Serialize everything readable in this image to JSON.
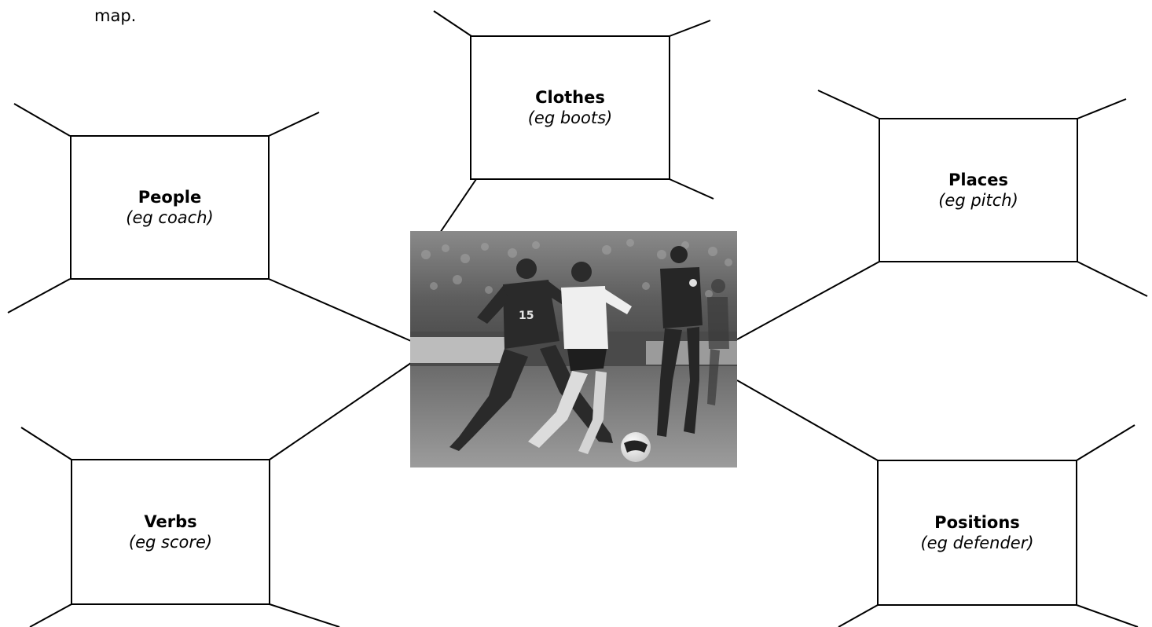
{
  "intro_text": "map.",
  "categories": [
    {
      "id": "clothes",
      "title": "Clothes",
      "example": "(eg boots)"
    },
    {
      "id": "people",
      "title": "People",
      "example": "(eg coach)"
    },
    {
      "id": "places",
      "title": "Places",
      "example": "(eg pitch)"
    },
    {
      "id": "verbs",
      "title": "Verbs",
      "example": "(eg score)"
    },
    {
      "id": "positions",
      "title": "Positions",
      "example": "(eg defender)"
    }
  ],
  "photo": {
    "subject": "women's football match, players contesting the ball",
    "shirt_number": "15"
  }
}
